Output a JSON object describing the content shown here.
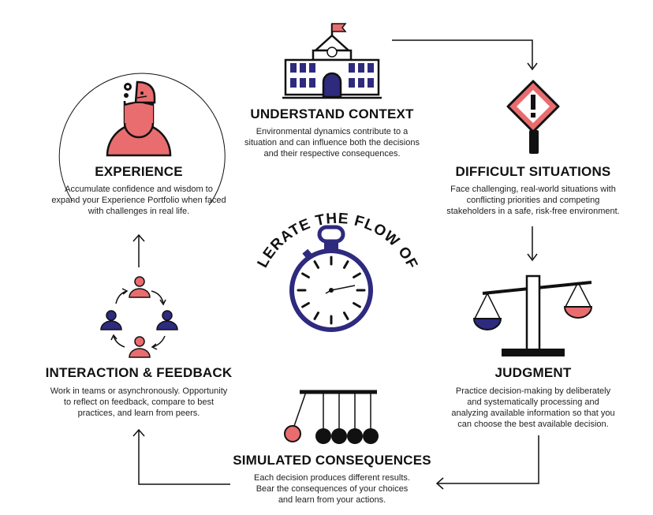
{
  "center": {
    "title": "ACCELERATE THE FLOW OF TIME"
  },
  "steps": {
    "understand_context": {
      "title": "UNDERSTAND CONTEXT",
      "lines": [
        "Environmental dynamics contribute to a",
        "situation and can influence both the decisions",
        "and their respective consequences."
      ]
    },
    "difficult_situations": {
      "title": "DIFFICULT SITUATIONS",
      "lines": [
        "Face challenging, real-world situations with",
        "conflicting priorities and competing",
        "stakeholders in a safe, risk-free environment."
      ]
    },
    "judgment": {
      "title": "JUDGMENT",
      "lines": [
        "Practice decision-making by deliberately",
        "and systematically processing and",
        "analyzing available information so that you",
        "can choose the best available decision."
      ]
    },
    "simulated_consequences": {
      "title": "SIMULATED CONSEQUENCES",
      "lines": [
        "Each decision produces different results.",
        "Bear the consequences of your choices",
        "and learn from your actions."
      ]
    },
    "interaction_feedback": {
      "title": "INTERACTION & FEEDBACK",
      "lines": [
        "Work in teams or asynchronously. Opportunity",
        "to reflect on feedback, compare to best",
        "practices, and learn from peers."
      ]
    },
    "experience": {
      "title": "EXPERIENCE",
      "lines": [
        "Accumulate confidence and wisdom to",
        "expand your Experience Portfolio when faced",
        "with challenges in real life."
      ]
    }
  },
  "colors": {
    "navy": "#2e2a7e",
    "coral": "#e96c6f",
    "ink": "#111111"
  }
}
